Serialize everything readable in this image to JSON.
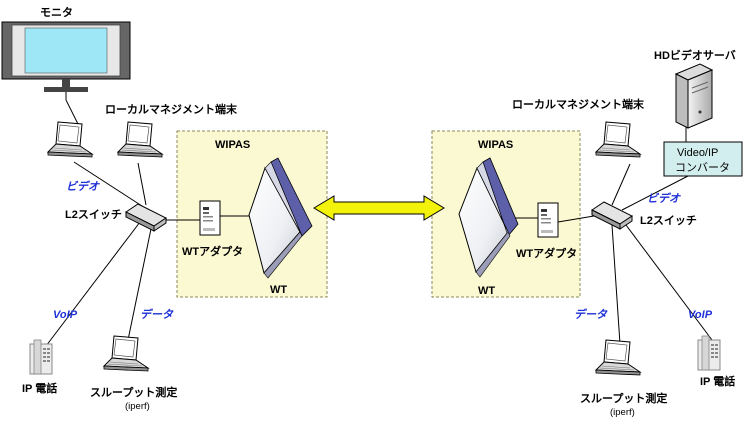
{
  "labels": {
    "monitor": "モニタ",
    "hd_video_server": "HDビデオサーバ",
    "local_mgmt_left": "ローカルマネジメント端末",
    "local_mgmt_right": "ローカルマネジメント端末",
    "video_left": "ビデオ",
    "video_right": "ビデオ",
    "l2_switch_left": "L2スイッチ",
    "l2_switch_right": "L2スイッチ",
    "voip_left": "VoIP",
    "voip_right": "VoIP",
    "data_left": "データ",
    "data_right": "データ",
    "ip_phone_left": "IP 電話",
    "ip_phone_right": "IP 電話",
    "throughput_left": "スループット測定",
    "iperf_left": "(iperf)",
    "throughput_right": "スループット測定",
    "iperf_right": "(iperf)",
    "wipas_left": "WIPAS",
    "wipas_right": "WIPAS",
    "wt_adapter_left": "WTアダプタ",
    "wt_adapter_right": "WTアダプタ",
    "wt_left": "WT",
    "wt_right": "WT",
    "converter_line1": "Video/IP",
    "converter_line2": "コンバータ"
  },
  "colors": {
    "wipas_fill": "#fbf9d2",
    "wipas_border": "#8a8a5a",
    "arrow_fill": "#f2f20a",
    "converter_fill": "#d3eeee",
    "screen_fill": "#9ee7f6",
    "accent_text": "#1d2fd6"
  }
}
